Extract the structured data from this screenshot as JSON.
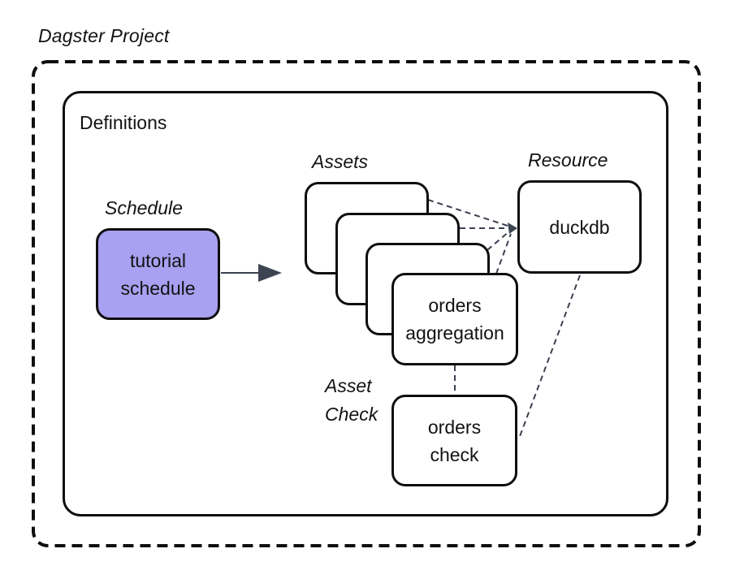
{
  "diagram": {
    "title": "Dagster Project",
    "definitions_label": "Definitions",
    "schedule": {
      "label": "Schedule",
      "node_label": "tutorial\nschedule"
    },
    "assets": {
      "label": "Assets",
      "stack_count": 4,
      "front_node_label": "orders\naggregation"
    },
    "resource": {
      "label": "Resource",
      "node_label": "duckdb"
    },
    "asset_check": {
      "label": "Asset\nCheck",
      "node_label": "orders\ncheck"
    },
    "edges": [
      {
        "from": "tutorial schedule",
        "to": "assets stack",
        "style": "solid-arrow"
      },
      {
        "from": "asset card 1",
        "to": "duckdb",
        "style": "dashed-arrow"
      },
      {
        "from": "asset card 2",
        "to": "duckdb",
        "style": "dashed-arrow"
      },
      {
        "from": "asset card 3",
        "to": "duckdb",
        "style": "dashed-arrow"
      },
      {
        "from": "orders aggregation",
        "to": "duckdb",
        "style": "dashed-arrow"
      },
      {
        "from": "orders aggregation",
        "to": "orders check",
        "style": "dashed"
      },
      {
        "from": "duckdb",
        "to": "orders check",
        "style": "dashed"
      }
    ],
    "colors": {
      "background": "#ffffff",
      "box_border": "#0e0e0e",
      "schedule_fill": "#a8a0f0",
      "connector": "#39404f",
      "arrowhead": "#3d4451",
      "text": "#121212"
    }
  }
}
